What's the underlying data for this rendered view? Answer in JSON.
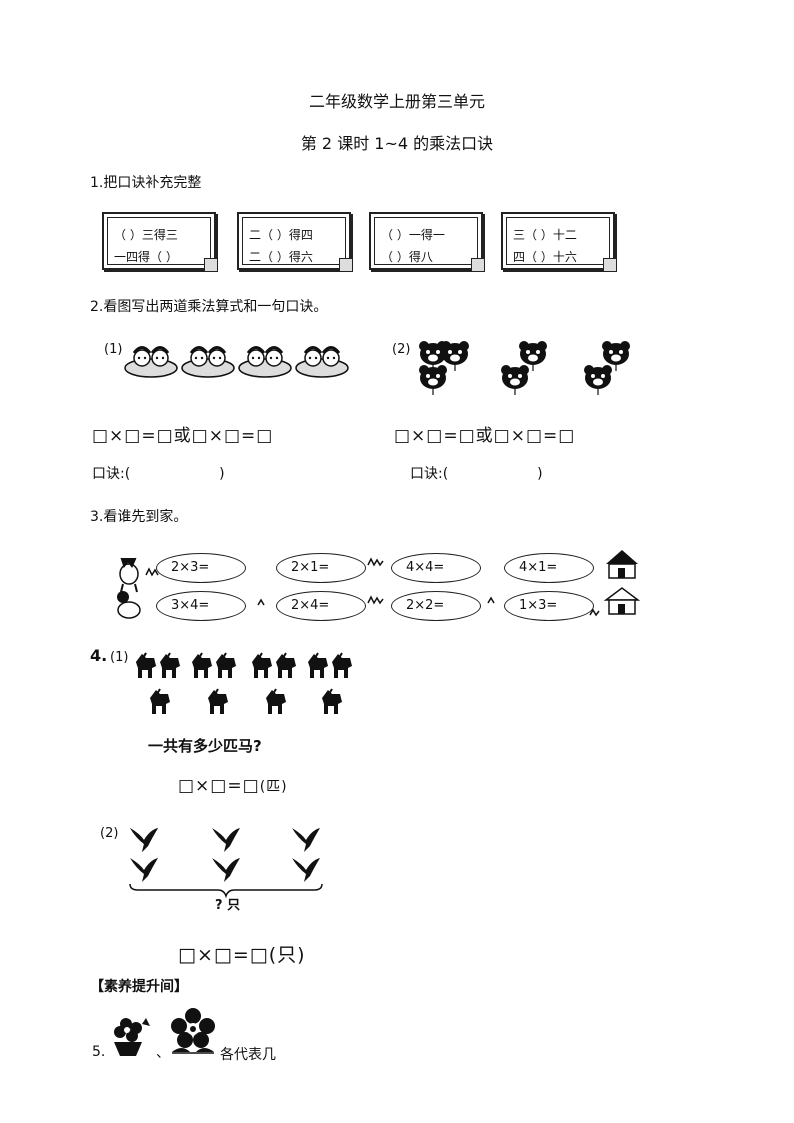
{
  "header": {
    "title": "二年级数学上册第三单元",
    "subtitle": "第 2 课时  1~4 的乘法口诀"
  },
  "q1": {
    "label": "1.把口诀补充完整",
    "cards": [
      {
        "line1": "（    ）三得三",
        "line2": "一四得（    ）"
      },
      {
        "line1": "二（    ）得四",
        "line2": "二（    ）得六"
      },
      {
        "line1": "（    ）一得一",
        "line2": "（    ）得八"
      },
      {
        "line1": "三（    ）十二",
        "line2": "四（    ）十六"
      }
    ]
  },
  "q2": {
    "label": "2.看图写出两道乘法算式和一句口诀。",
    "part1_tag": "(1)",
    "part2_tag": "(2)",
    "equation": "□×□=□或□×□=□",
    "rhyme": "口诀:(                    )"
  },
  "q3": {
    "label": "3.看谁先到家。",
    "row1": [
      "2×3=",
      "2×1=",
      "4×4=",
      "4×1="
    ],
    "row2": [
      "3×4=",
      "2×4=",
      "2×2=",
      "1×3="
    ]
  },
  "q4": {
    "number": "4.",
    "part1_tag": "(1)",
    "question": "一共有多少匹马?",
    "equation1": "□×□=□",
    "unit1": "(匹)",
    "part2_tag": "(2)",
    "brace_label": "? 只",
    "equation2": "□×□=□",
    "unit2": "(只)"
  },
  "section": {
    "label": "【素养提升间】"
  },
  "q5": {
    "number": "5.",
    "sep": "、",
    "text": "各代表几"
  }
}
